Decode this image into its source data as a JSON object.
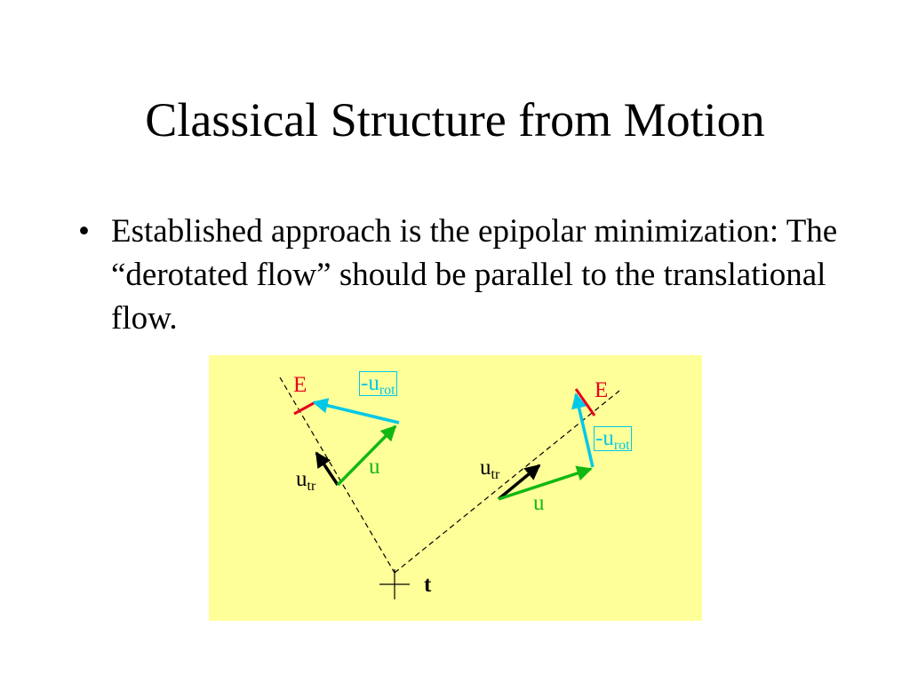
{
  "slide": {
    "title": "Classical Structure from Motion",
    "bullets": [
      {
        "marker": "•",
        "text": "Established approach is the epipolar minimization: The “derotated flow” should be parallel to the translational flow."
      }
    ]
  },
  "diagram": {
    "background": "#ffff99",
    "colors": {
      "error": "#e8001c",
      "rotational": "#00c8e8",
      "flow": "#12b812",
      "translational": "#000000"
    },
    "labels": {
      "E": "E",
      "u": "u",
      "u_main": "u",
      "tr": "tr",
      "neg_u": "-u",
      "rot": "rot",
      "t": "t"
    }
  }
}
